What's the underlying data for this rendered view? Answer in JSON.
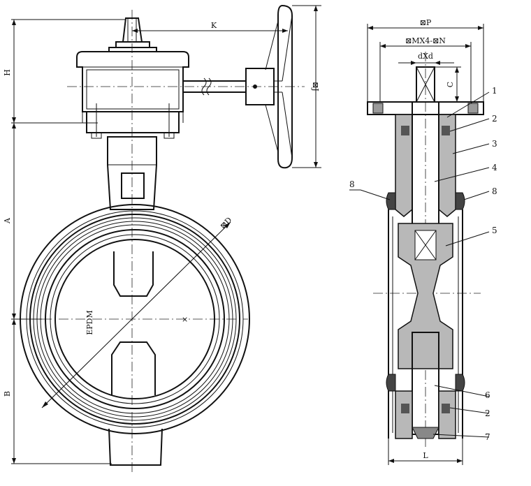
{
  "left_view": {
    "dimensions": {
      "H": "H",
      "A": "A",
      "B": "B",
      "K": "K",
      "J": "⊠J",
      "D": "⊠D"
    },
    "liner_text": "EPDM"
  },
  "right_view": {
    "dimensions": {
      "P": "⊠P",
      "MN": "⊠MX4-⊠N",
      "dXd": "dXd",
      "C": "C",
      "L": "L"
    },
    "part_callouts": [
      "1",
      "2",
      "3",
      "4",
      "8",
      "8",
      "5",
      "6",
      "2",
      "7"
    ]
  }
}
